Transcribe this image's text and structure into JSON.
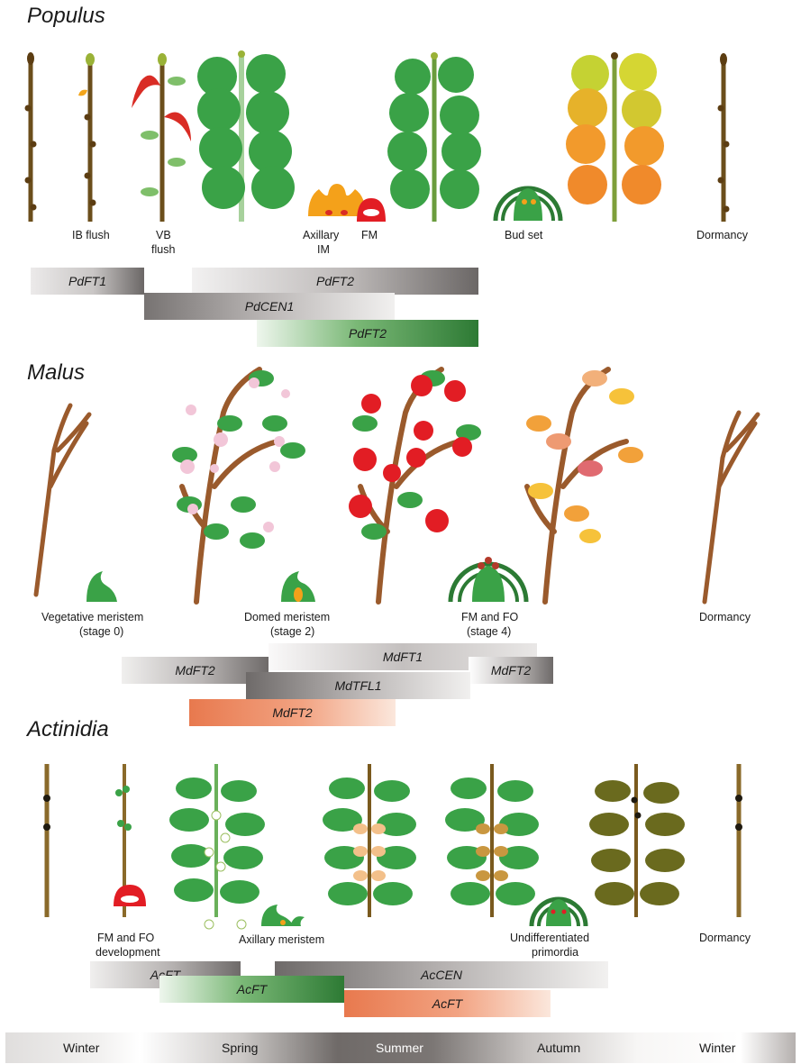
{
  "populus": {
    "title": "Populus",
    "labels": {
      "ib_flush": "IB flush",
      "vb_flush_1": "VB",
      "vb_flush_2": "flush",
      "axillary_im_1": "Axillary",
      "axillary_im_2": "IM",
      "fm": "FM",
      "bud_set": "Bud set",
      "dormancy": "Dormancy"
    },
    "bars": {
      "pdft1": "PdFT1",
      "pdft2_top": "PdFT2",
      "pdcen1": "PdCEN1",
      "pdft2_green": "PdFT2"
    }
  },
  "malus": {
    "title": "Malus",
    "labels": {
      "vegetative_1": "Vegetative meristem",
      "vegetative_2": "(stage 0)",
      "domed_1": "Domed meristem",
      "domed_2": "(stage 2)",
      "fm_fo_1": "FM and FO",
      "fm_fo_2": "(stage 4)",
      "dormancy": "Dormancy"
    },
    "bars": {
      "mdft1": "MdFT1",
      "mdft2_left": "MdFT2",
      "mdft2_right": "MdFT2",
      "mdtfl1": "MdTFL1",
      "mdft2_orange": "MdFT2"
    }
  },
  "actinidia": {
    "title": "Actinidia",
    "labels": {
      "fm_fo_dev_1": "FM and FO",
      "fm_fo_dev_2": "development",
      "axillary": "Axillary meristem",
      "undiff_1": "Undifferentiated",
      "undiff_2": "primordia",
      "dormancy": "Dormancy"
    },
    "bars": {
      "acft_grey": "AcFT",
      "accen": "AcCEN",
      "acft_green": "AcFT",
      "acft_orange": "AcFT"
    }
  },
  "seasons": {
    "winter_start": "Winter",
    "spring": "Spring",
    "summer": "Summer",
    "autumn": "Autumn",
    "winter_end": "Winter"
  },
  "colors": {
    "grey_bar": "#6b6766",
    "green_bar": "#3f8d3f",
    "orange_bar": "#e8794e",
    "leaf_green": "#3aa247",
    "leaf_dark": "#2a7e3a",
    "stem_brown": "#7a5a1e",
    "branch_brown": "#9a5a2c",
    "flower_pink": "#f2c6d8",
    "fruit_red": "#e21d24",
    "autumn_orange": "#f2a13a"
  }
}
